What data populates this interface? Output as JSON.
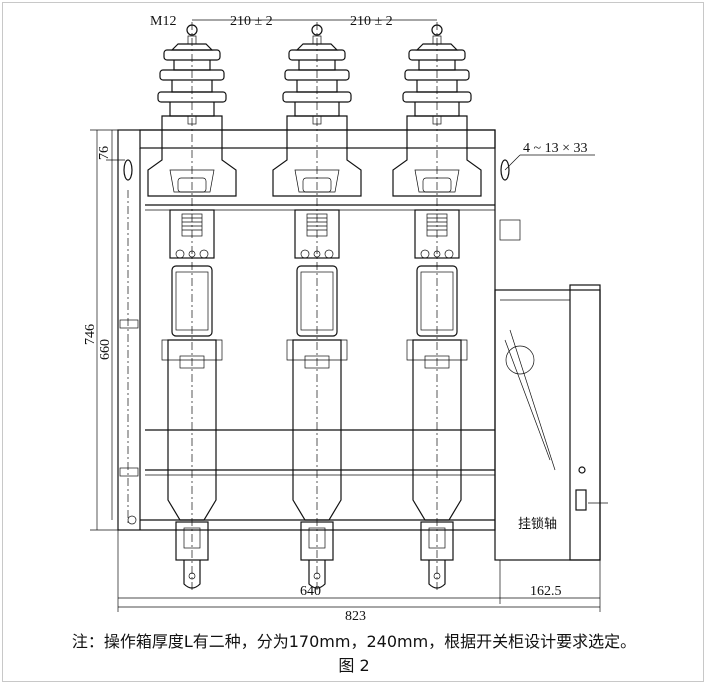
{
  "drawing": {
    "dimensions": {
      "bolt": "M12",
      "pitch_left": "210 ± 2",
      "pitch_right": "210 ± 2",
      "top_offset": "76",
      "total_height": "746",
      "mount_height": "660",
      "slot": "4 ~ 13 × 33",
      "lock_shaft": "挂锁轴",
      "width_main": "640",
      "width_box": "162.5",
      "width_total": "823"
    }
  },
  "caption": {
    "note": "注：操作箱厚度L有二种，分为170mm，240mm，根据开关柜设计要求选定。",
    "figure": "图 2"
  }
}
